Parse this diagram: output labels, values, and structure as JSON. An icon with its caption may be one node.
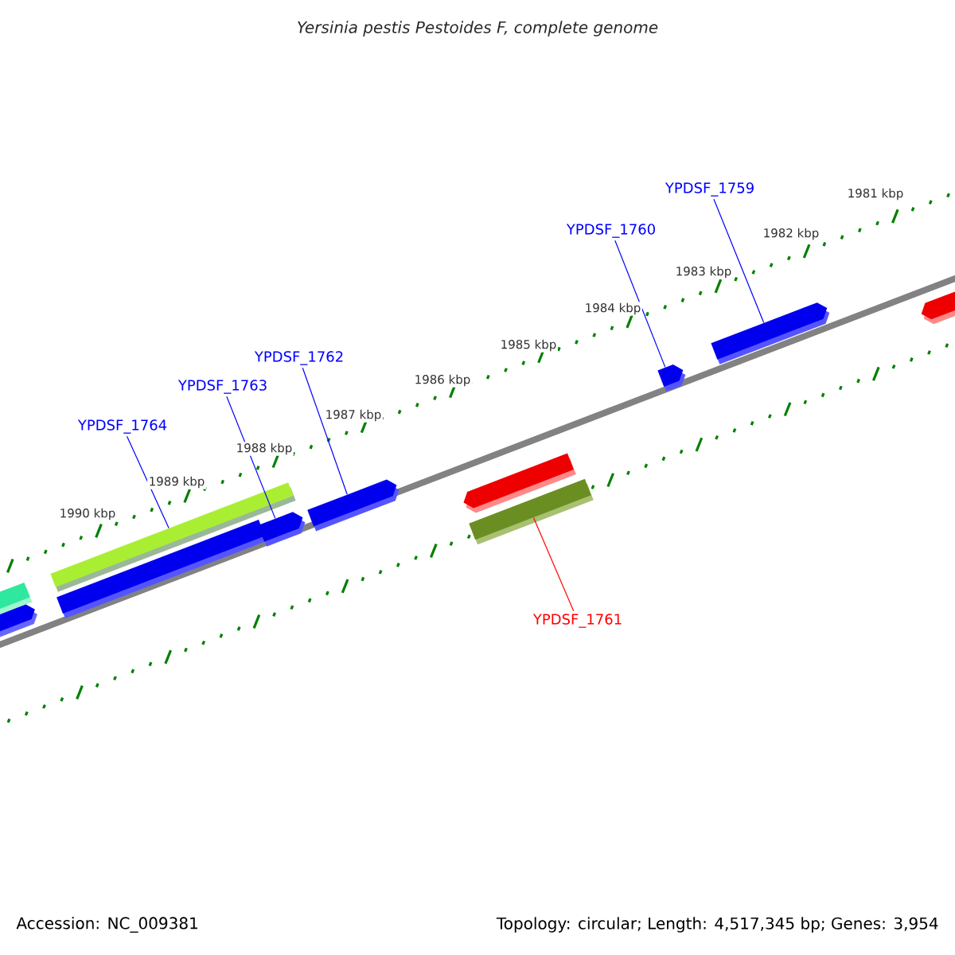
{
  "diagram": {
    "title": "Yersinia pestis Pestoides F, complete genome",
    "nodes": [
      {
        "text": [
          "YPDSF_1764"
        ]
      },
      {
        "text": [
          "YPDSF_1763"
        ]
      },
      {
        "text": [
          "YPDSF_1762"
        ]
      },
      {
        "text": [
          "YPDSF_1760"
        ]
      },
      {
        "text": [
          "YPDSF_1759"
        ]
      },
      {
        "text": [
          "YPDSF_1761"
        ]
      },
      {
        "text": [],
        "shape": "bar"
      },
      {
        "text": [],
        "shape": "box"
      },
      {
        "text": [],
        "shape": "bar"
      },
      {
        "text": [],
        "shape": "bar"
      },
      {
        "text": [],
        "shape": "box"
      },
      {
        "text": [],
        "shape": "box"
      },
      {
        "text": [],
        "shape": "box"
      },
      {
        "text": [],
        "shape": "bar"
      },
      {
        "text": [],
        "shape": "box"
      },
      {
        "text": [],
        "shape": "box"
      },
      {
        "text": [],
        "shape": "box"
      }
    ],
    "edges": [
      {
        "from": 0,
        "to": 8,
        "arrow": "none"
      },
      {
        "from": 1,
        "to": 10,
        "arrow": "none"
      },
      {
        "from": 2,
        "to": 11,
        "arrow": "none"
      },
      {
        "from": 3,
        "to": 14,
        "arrow": "none"
      },
      {
        "from": 4,
        "to": 15,
        "arrow": "none"
      },
      {
        "from": 5,
        "to": 13,
        "arrow": "none",
        "color": "#ff0000"
      }
    ],
    "labels": [
      "1981 kbp",
      "1982 kbp",
      "1983 kbp",
      "1984 kbp",
      "1985 kbp",
      "1986 kbp",
      "1987 kbp",
      "1988 kbp",
      "1989 kbp",
      "1990 kbp",
      "Accession: NC_009381",
      "Topology: circular; Length: 4,517,345 bp; Genes: 3,954"
    ]
  }
}
